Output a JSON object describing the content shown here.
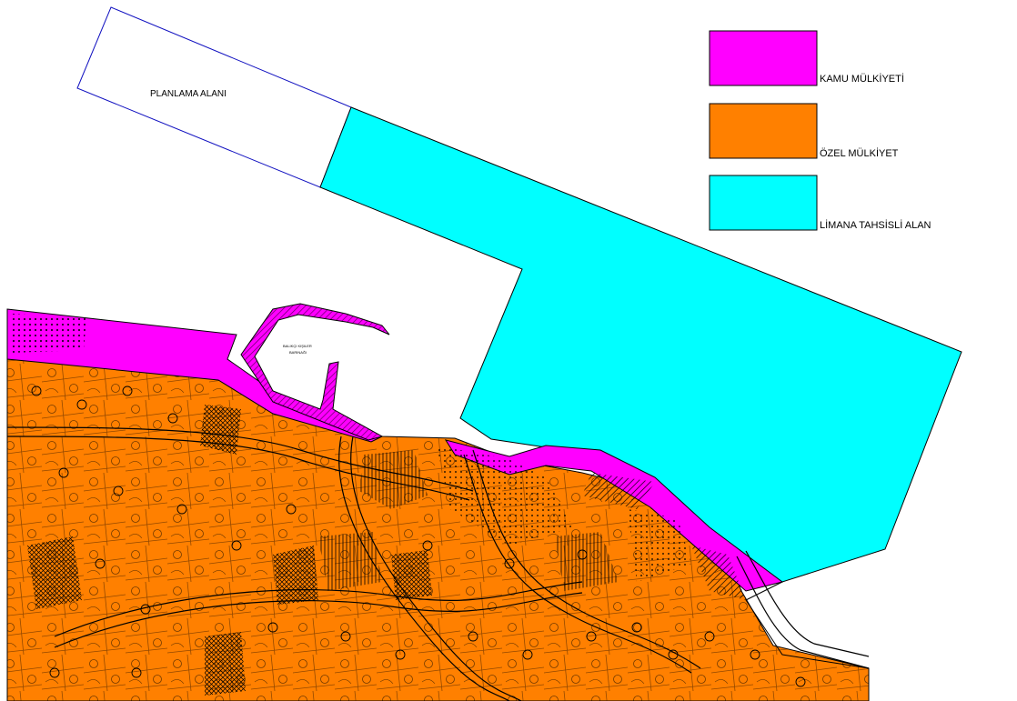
{
  "map": {
    "planning_area_label": "PLANLAMA ALANI",
    "harbor_label_line1": "BALIKÇI KIŞILER",
    "harbor_label_line2": "BARINAĞI"
  },
  "legend": {
    "items": [
      {
        "label": "KAMU MÜLKİYETİ",
        "color": "#ff00ff"
      },
      {
        "label": "ÖZEL MÜLKİYET",
        "color": "#ff8000"
      },
      {
        "label": "LİMANA TAHSİSLİ ALAN",
        "color": "#00ffff"
      }
    ]
  },
  "colors": {
    "public_property": "#ff00ff",
    "private_property": "#ff8000",
    "port_area": "#00ffff",
    "planning_boundary": "#1010c0",
    "linework": "#000000",
    "background": "#ffffff"
  }
}
